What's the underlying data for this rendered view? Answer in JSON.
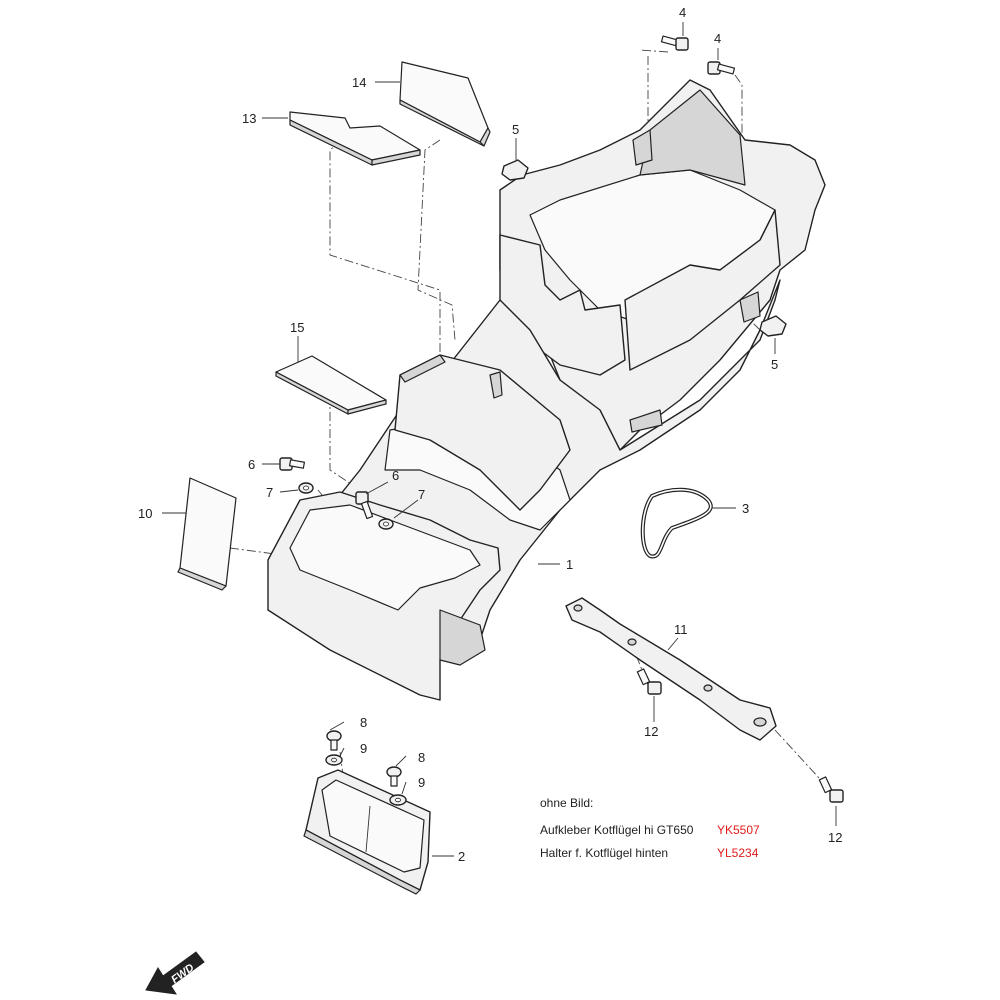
{
  "diagram": {
    "callouts": [
      {
        "id": "c1",
        "label": "1"
      },
      {
        "id": "c2",
        "label": "2"
      },
      {
        "id": "c3",
        "label": "3"
      },
      {
        "id": "c4a",
        "label": "4"
      },
      {
        "id": "c4b",
        "label": "4"
      },
      {
        "id": "c5a",
        "label": "5"
      },
      {
        "id": "c5b",
        "label": "5"
      },
      {
        "id": "c6a",
        "label": "6"
      },
      {
        "id": "c6b",
        "label": "6"
      },
      {
        "id": "c7a",
        "label": "7"
      },
      {
        "id": "c7b",
        "label": "7"
      },
      {
        "id": "c8a",
        "label": "8"
      },
      {
        "id": "c8b",
        "label": "8"
      },
      {
        "id": "c9a",
        "label": "9"
      },
      {
        "id": "c9b",
        "label": "9"
      },
      {
        "id": "c10",
        "label": "10"
      },
      {
        "id": "c11",
        "label": "11"
      },
      {
        "id": "c12a",
        "label": "12"
      },
      {
        "id": "c12b",
        "label": "12"
      },
      {
        "id": "c13",
        "label": "13"
      },
      {
        "id": "c14",
        "label": "14"
      },
      {
        "id": "c15",
        "label": "15"
      }
    ],
    "fwd_label": "FWD"
  },
  "notes": {
    "heading": "ohne Bild:",
    "items": [
      {
        "description": "Aufkleber Kotflügel hi GT650",
        "code": "YK5507"
      },
      {
        "description": "Halter f. Kotflügel hinten",
        "code": "YL5234"
      }
    ],
    "code_color": "#e01b1b"
  }
}
